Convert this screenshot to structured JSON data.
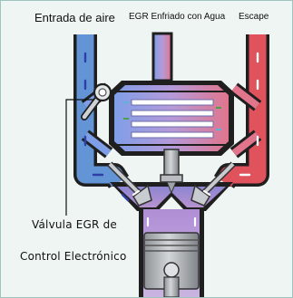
{
  "labels": {
    "air_intake": "Entrada de aire",
    "egr_cooler": "EGR Enfriado con Agua",
    "exhaust": "Escape",
    "valve_line1": "Válvula EGR de",
    "valve_line2": "Control Electrónico"
  },
  "colors": {
    "background": "#eef5f3",
    "border": "#9fc4bd",
    "intake_blue": "#5b8fd4",
    "exhaust_red": "#de4f58",
    "mixed_purple": "#a37fc8",
    "metal_gray": "#a9adb1"
  }
}
